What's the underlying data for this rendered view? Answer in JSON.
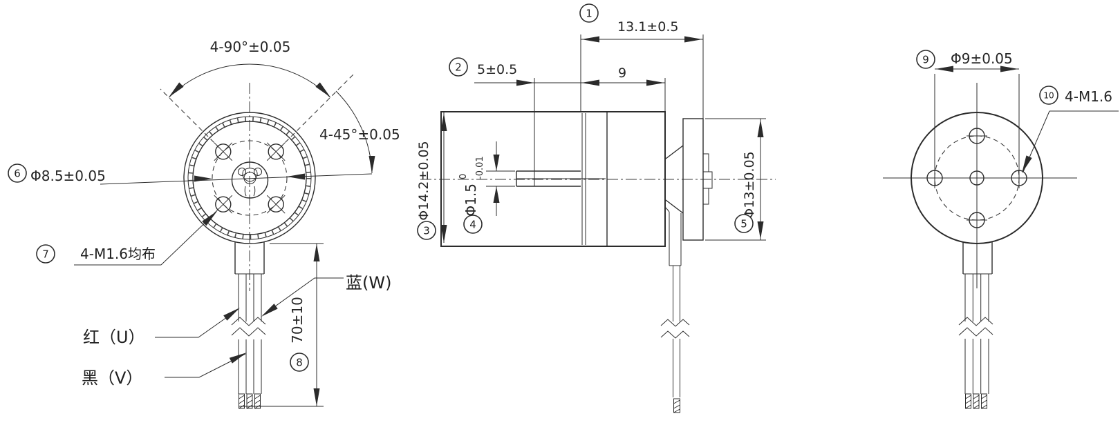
{
  "colors": {
    "ink": "#2b2b2b",
    "background": "#ffffff"
  },
  "front_view": {
    "angle_dim_90": "4-90°±0.05",
    "angle_dim_45": "4-45°±0.05",
    "bolt_circle_dim": "Φ8.5±0.05",
    "screw_dim": "4-M1.6均布",
    "wire_length_dim": "70±10",
    "wire_blue_label": "蓝(W)",
    "wire_red_label": "红（U）",
    "wire_black_label": "黑（V）",
    "callout_6": "6",
    "callout_7": "7",
    "callout_8": "8"
  },
  "side_view": {
    "overall_length_dim": "13.1±0.5",
    "shaft_length_dim": "5±0.5",
    "body_length_dim": "9",
    "body_dia_dim": "Φ14.2±0.05",
    "shaft_dia_dim": "Φ1.5",
    "shaft_dia_tol_upper": "0",
    "shaft_dia_tol_lower": "-0.01",
    "rear_dia_dim": "Φ13±0.05",
    "callout_1": "1",
    "callout_2": "2",
    "callout_3": "3",
    "callout_4": "4",
    "callout_5": "5"
  },
  "rear_view": {
    "bolt_circle_dim": "Φ9±0.05",
    "screw_dim": "4-M1.6",
    "callout_9": "9",
    "callout_10": "10"
  }
}
